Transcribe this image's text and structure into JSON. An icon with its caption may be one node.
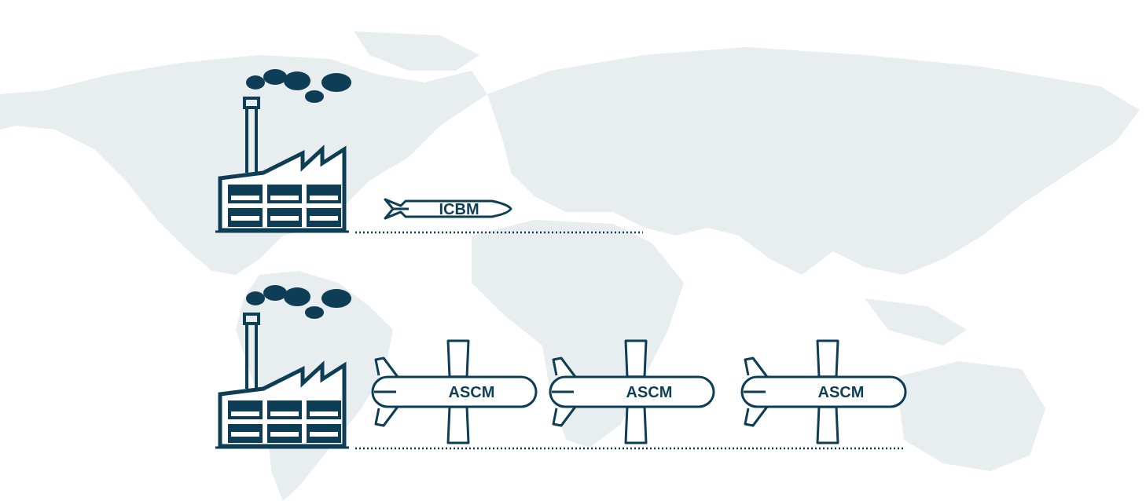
{
  "diagram": {
    "nodes": [
      {
        "text": [
          "ICBM"
        ]
      },
      {
        "text": [
          "ASCM"
        ]
      },
      {
        "text": [
          "ASCM"
        ]
      },
      {
        "text": [
          "ASCM"
        ]
      }
    ]
  }
}
